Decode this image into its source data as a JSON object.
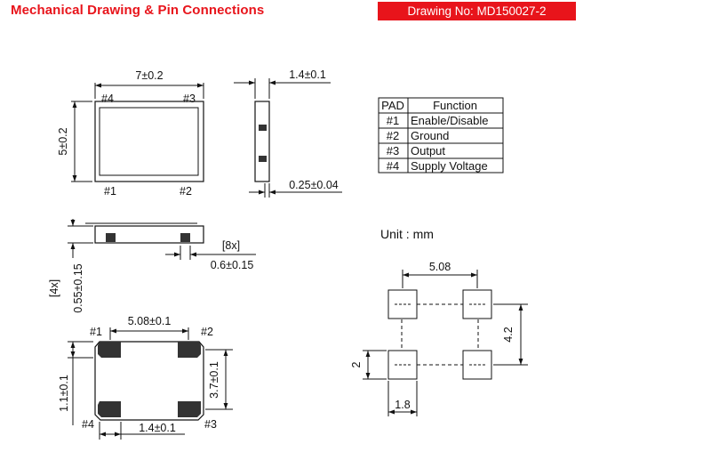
{
  "header": {
    "title": "Mechanical Drawing & Pin Connections",
    "drawing_no": "Drawing No: MD150027-2"
  },
  "top_view": {
    "width_dim": "7±0.2",
    "height_dim": "5±0.2",
    "pin_labels": [
      "#4",
      "#3",
      "#1",
      "#2"
    ]
  },
  "side_view": {
    "thickness_dim": "1.4±0.1",
    "pad_height_dim": "0.25±0.04"
  },
  "front_view": {
    "count_label": "[8x]",
    "pad_width_dim": "0.6±0.15"
  },
  "bottom_view": {
    "count_label": "[4x]",
    "pad_length_dim": "0.55±0.15",
    "pitch_x_dim": "5.08±0.1",
    "pitch_y_dim": "3.7±0.1",
    "pad_h_dim": "1.1±0.1",
    "pad_w_dim": "1.4±0.1",
    "pin_labels": [
      "#1",
      "#2",
      "#4",
      "#3"
    ]
  },
  "pad_table": {
    "headers": [
      "PAD",
      "Function"
    ],
    "rows": [
      [
        "#1",
        "Enable/Disable"
      ],
      [
        "#2",
        "Ground"
      ],
      [
        "#3",
        "Output"
      ],
      [
        "#4",
        "Supply Voltage"
      ]
    ]
  },
  "unit_label": "Unit : mm",
  "land_pattern": {
    "pitch_x": "5.08",
    "pitch_y": "4.2",
    "pad_h": "2",
    "pad_w": "1.8"
  },
  "colors": {
    "accent": "#e8141b",
    "pad_fill": "#333333"
  }
}
